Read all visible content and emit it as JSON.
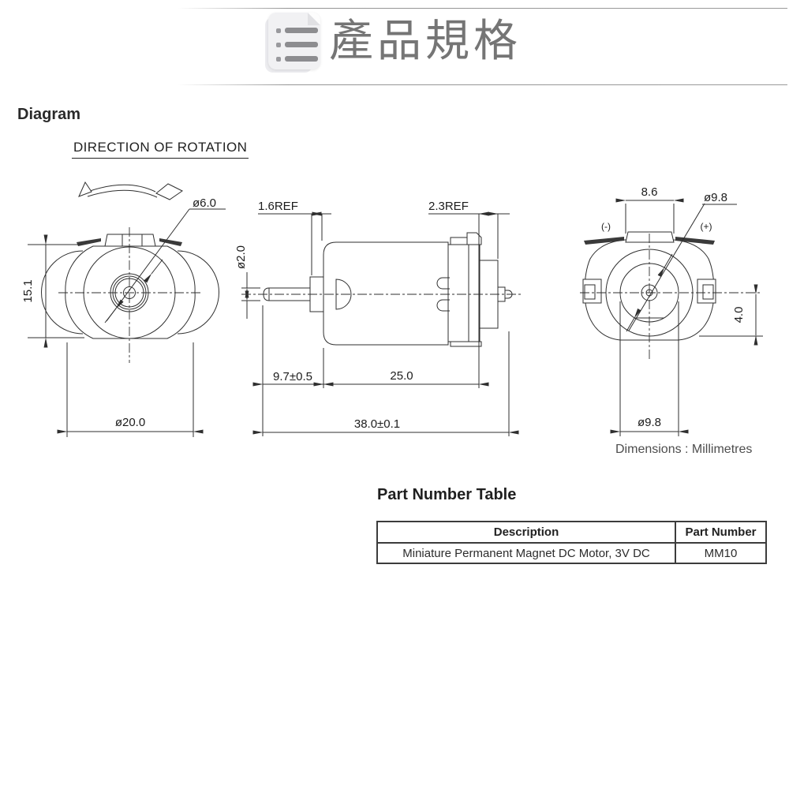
{
  "header": {
    "icon": "spec-document-icon",
    "title": "產品規格"
  },
  "diagram": {
    "heading": "Diagram",
    "rotation_label": "DIRECTION OF ROTATION",
    "units_note": "Dimensions : Millimetres",
    "front_view": {
      "height": "15.1",
      "shaft_boss_dia": "ø6.0",
      "body_dia": "ø20.0"
    },
    "side_view": {
      "bush_ref": "1.6REF",
      "rear_ref": "2.3REF",
      "shaft_dia": "ø2.0",
      "shaft_length": "9.7±0.5",
      "body_length": "25.0",
      "overall_length": "38.0±0.1"
    },
    "rear_view": {
      "terminal_span": "8.6",
      "hub_dia": "ø9.8",
      "neg_terminal": "(-)",
      "pos_terminal": "(+)",
      "flat_offset": "4.0",
      "hub_dia_bottom": "ø9.8"
    }
  },
  "part_table": {
    "heading": "Part Number Table",
    "columns": [
      "Description",
      "Part Number"
    ],
    "rows": [
      [
        "Miniature Permanent Magnet DC Motor, 3V DC",
        "MM10"
      ]
    ]
  }
}
